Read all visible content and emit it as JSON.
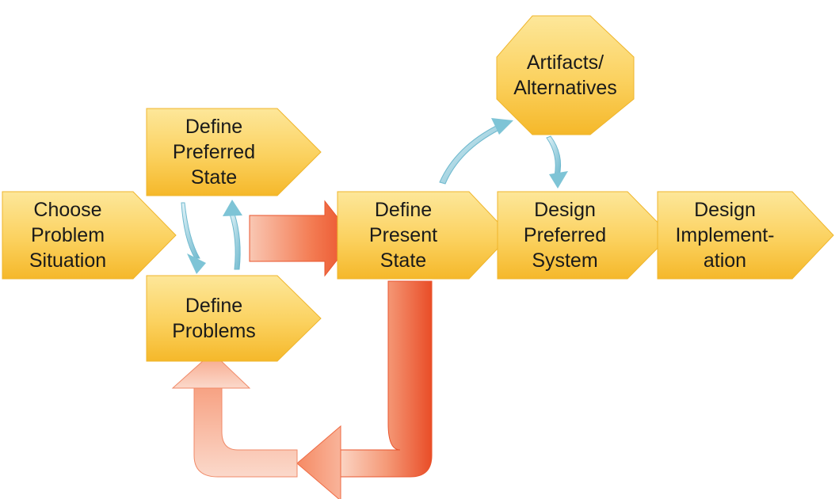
{
  "diagram": {
    "nodes": {
      "choose_problem_situation": "Choose\nProblem\nSituation",
      "define_preferred_state": "Define\nPreferred\nState",
      "define_problems": "Define\nProblems",
      "define_present_state": "Define\nPresent\nState",
      "artifacts_alternatives": "Artifacts/\nAlternatives",
      "design_preferred_system": "Design\nPreferred\nSystem",
      "design_implementation": "Design\nImplement-\nation"
    },
    "colors": {
      "node_fill_light": "#fde79a",
      "node_fill_dark": "#f7bc2f",
      "arrow_red": "#ef5a32",
      "arrow_red_light": "#f9c7b3",
      "arrow_blue": "#7ec4d6"
    }
  }
}
